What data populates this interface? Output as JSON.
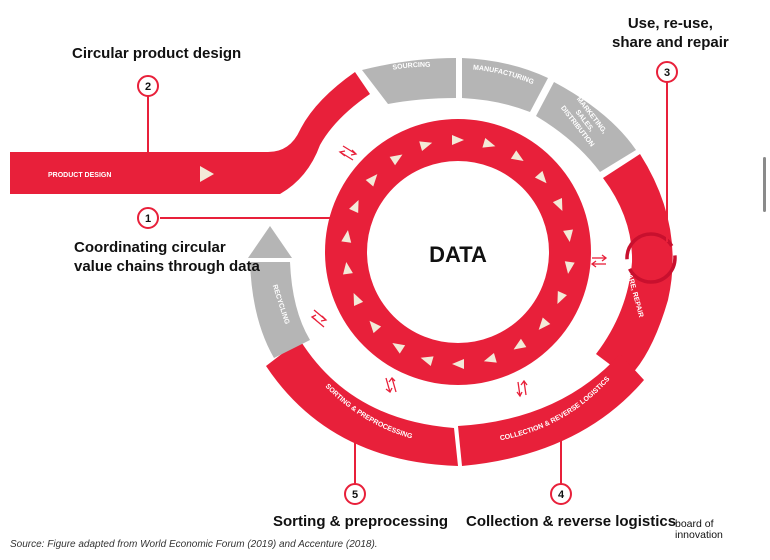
{
  "diagram": {
    "center_label": "DATA",
    "segments": {
      "product_design": "PRODUCT DESIGN",
      "sourcing": "SOURCING",
      "manufacturing": "MANUFACTURING",
      "marketing": [
        "MARKETING,",
        "SALES,",
        "DISTRIBUTION"
      ],
      "use": "USE, RE-USE, SHARE, REPAIR",
      "collection": "COLLECTION & REVERSE LOGISTICS",
      "sorting": "SORTING & PREPROCESSING",
      "recycling": "RECYCLING"
    },
    "markers": {
      "m1": "1",
      "m2": "2",
      "m3": "3",
      "m4": "4",
      "m5": "5"
    },
    "colors": {
      "accent": "#e8203a",
      "grey": "#b5b5b5",
      "arrow_fill": "#f3ead8"
    }
  },
  "callouts": {
    "circular_product_design": "Circular product design",
    "use_reuse": [
      "Use, re-use,",
      "share and repair"
    ],
    "coordinating": [
      "Coordinating circular",
      "value chains through data"
    ],
    "sorting": "Sorting & preprocessing",
    "collection": "Collection & reverse logistics"
  },
  "source": "Source: Figure adapted from World Economic Forum (2019) and Accenture (2018).",
  "logo": {
    "line1": "board of",
    "line2": "innovation"
  }
}
